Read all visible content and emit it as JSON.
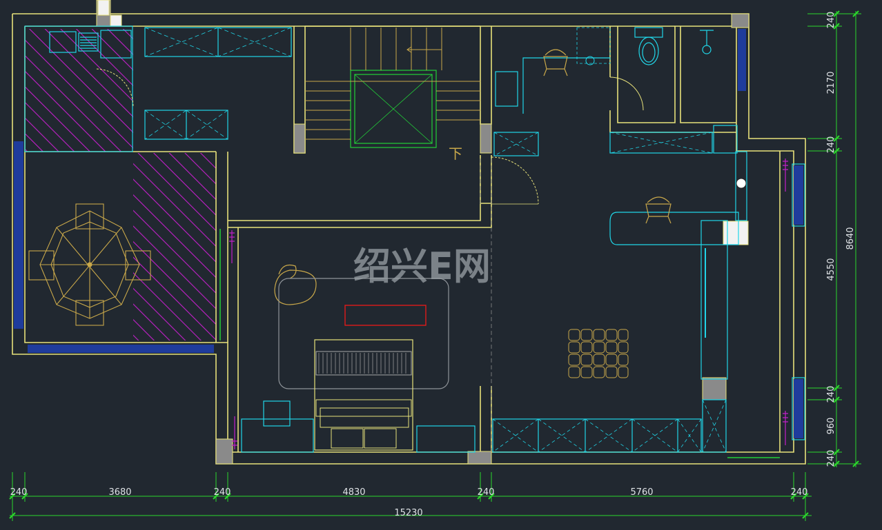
{
  "plan": {
    "watermark": "绍兴E网",
    "stair_label": "下",
    "colors": {
      "background": "#212830",
      "wall": "#e8e27a",
      "furniture": "#21d6e8",
      "dimension": "#2bd92b",
      "hatch": "#c21fc9",
      "outline_green": "#22d038",
      "fixture_gold": "#c9a84a",
      "column": "#8a8a8a",
      "accent_red": "#e01b1b"
    }
  },
  "dimensions": {
    "bottom": [
      "240",
      "3680",
      "240",
      "4830",
      "240",
      "5760",
      "240"
    ],
    "bottom_total": "15230",
    "right_inner": [
      "240",
      "2170",
      "240",
      "4550",
      "240",
      "960",
      "240"
    ],
    "right_total": "8640"
  }
}
